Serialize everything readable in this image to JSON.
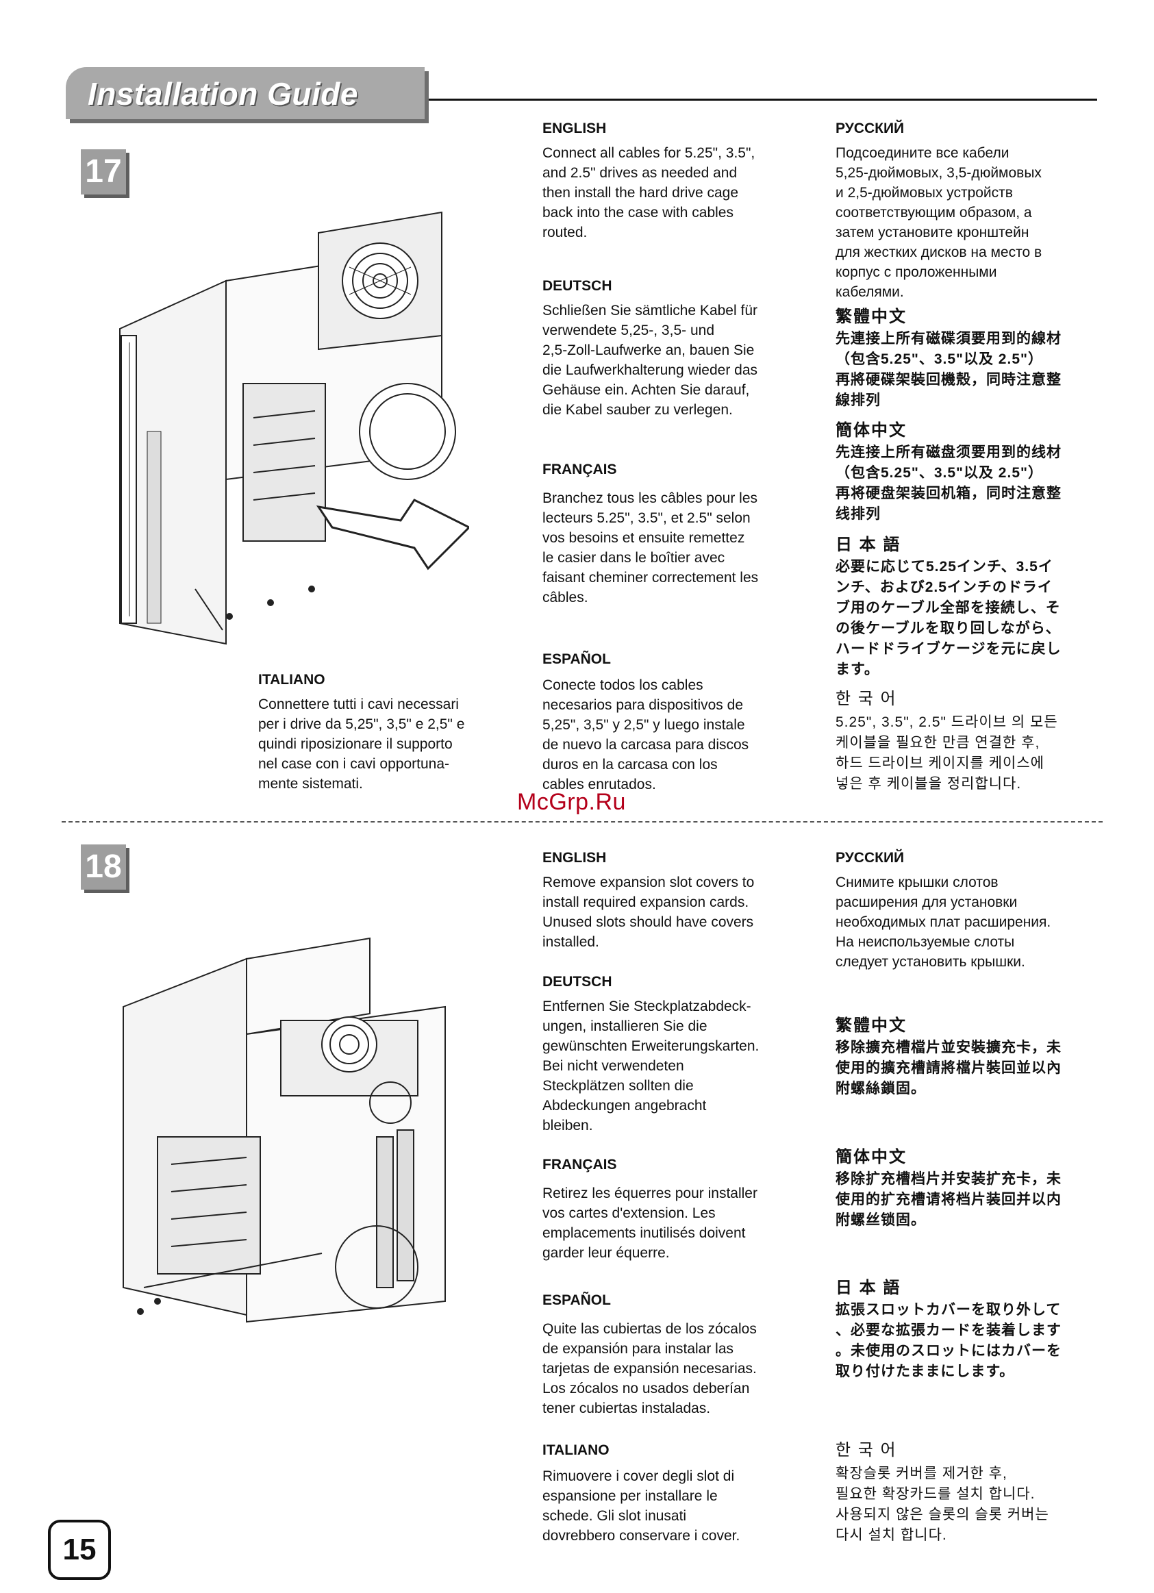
{
  "header": {
    "title": "Installation Guide"
  },
  "watermark": "McGrp.Ru",
  "page_number": "15",
  "steps": [
    {
      "number": "17",
      "blocks": {
        "english": {
          "heading": "ENGLISH",
          "lines": [
            "Connect all cables for 5.25\", 3.5\",",
            "and 2.5\" drives as needed and",
            "then install the hard drive cage",
            "back into the case with cables",
            "routed."
          ]
        },
        "deutsch": {
          "heading": "DEUTSCH",
          "lines": [
            "Schließen Sie sämtliche Kabel für",
            "verwendete 5,25-, 3,5- und",
            "2,5-Zoll-Laufwerke an, bauen Sie",
            "die Laufwerkhalterung wieder das",
            "Gehäuse ein. Achten Sie darauf,",
            "die Kabel sauber zu verlegen."
          ]
        },
        "francais": {
          "heading": "FRANÇAIS",
          "lines": [
            "Branchez tous les câbles pour les",
            "lecteurs 5.25\", 3.5\", et 2.5\" selon",
            "vos besoins et ensuite remettez",
            "le casier dans le boîtier avec",
            "faisant cheminer correctement les",
            "câbles."
          ]
        },
        "espanol": {
          "heading": "ESPAÑOL",
          "lines": [
            "Conecte todos los cables",
            "necesarios para dispositivos de",
            "5,25\", 3,5\" y 2,5\" y luego instale",
            "de nuevo la carcasa para discos",
            "duros en la carcasa con los",
            "cables enrutados."
          ]
        },
        "italiano": {
          "heading": "ITALIANO",
          "lines": [
            "Connettere tutti i cavi necessari",
            "per i drive da 5,25\", 3,5\" e 2,5\" e",
            "quindi riposizionare il supporto",
            "nel case con i cavi opportuna-",
            "mente sistemati."
          ]
        },
        "russian": {
          "heading": "РУССКИЙ",
          "lines": [
            "Подсоедините все кабели",
            "5,25-дюймовых, 3,5-дюймовых",
            "и 2,5-дюймовых устройств",
            "соответствующим образом, а",
            "затем установите кронштейн",
            "для жестких дисков на место в",
            "корпус с проложенными",
            "кабелями."
          ]
        },
        "trad_chinese": {
          "heading": "繁體中文",
          "lines": [
            "先連接上所有磁碟須要用到的線材",
            "（包含5.25\"、3.5\"以及 2.5\"）",
            "再將硬碟架裝回機殼，同時注意整",
            "線排列"
          ]
        },
        "simp_chinese": {
          "heading": "簡体中文",
          "lines": [
            "先连接上所有磁盘须要用到的线材",
            "（包含5.25\"、3.5\"以及 2.5\"）",
            "再将硬盘架装回机箱，同时注意整",
            "线排列"
          ]
        },
        "japanese": {
          "heading": "日 本 語",
          "lines": [
            "必要に応じて5.25インチ、3.5イ",
            "ンチ、および2.5インチのドライ",
            "ブ用のケーブル全部を接続し、そ",
            "の後ケーブルを取り回しながら、",
            "ハードドライブケージを元に戻し",
            "ます。"
          ]
        },
        "korean": {
          "heading": "한 국 어",
          "lines": [
            "5.25\", 3.5\", 2.5\" 드라이브 의 모든",
            "케이블을 필요한 만큼 연결한 후,",
            "하드 드라이브 케이지를 케이스에",
            "넣은 후 케이블을 정리합니다."
          ]
        }
      }
    },
    {
      "number": "18",
      "blocks": {
        "english": {
          "heading": "ENGLISH",
          "lines": [
            "Remove expansion slot covers to",
            "install required expansion cards.",
            "Unused slots should have covers",
            "installed."
          ]
        },
        "deutsch": {
          "heading": "DEUTSCH",
          "lines": [
            "Entfernen Sie Steckplatzabdeck-",
            "ungen, installieren Sie die",
            "gewünschten Erweiterungskarten.",
            "Bei nicht verwendeten",
            "Steckplätzen sollten die",
            "Abdeckungen angebracht",
            "bleiben."
          ]
        },
        "francais": {
          "heading": "FRANÇAIS",
          "lines": [
            "Retirez les équerres pour installer",
            "vos cartes d'extension. Les",
            "emplacements inutilisés doivent",
            "garder leur équerre."
          ]
        },
        "espanol": {
          "heading": "ESPAÑOL",
          "lines": [
            "Quite las cubiertas de los zócalos",
            "de expansión para instalar las",
            "tarjetas de expansión necesarias.",
            "Los zócalos no usados deberían",
            "tener cubiertas instaladas."
          ]
        },
        "italiano": {
          "heading": "ITALIANO",
          "lines": [
            "Rimuovere i cover degli slot di",
            "espansione per installare le",
            "schede. Gli slot inusati",
            "dovrebbero conservare i cover."
          ]
        },
        "russian": {
          "heading": "РУССКИЙ",
          "lines": [
            "Снимите крышки слотов",
            "расширения для установки",
            "необходимых плат расширения.",
            "На неиспользуемые слоты",
            "следует установить крышки."
          ]
        },
        "trad_chinese": {
          "heading": "繁體中文",
          "lines": [
            "移除擴充槽檔片並安裝擴充卡，未",
            "使用的擴充槽請將檔片裝回並以內",
            "附螺絲鎖固。"
          ]
        },
        "simp_chinese": {
          "heading": "簡体中文",
          "lines": [
            "移除扩充槽档片并安装扩充卡，未",
            "使用的扩充槽请将档片装回并以内",
            "附螺丝锁固。"
          ]
        },
        "japanese": {
          "heading": "日 本 語",
          "lines": [
            "拡張スロットカバーを取り外して",
            "、必要な拡張カードを装着します",
            "。未使用のスロットにはカバーを",
            "取り付けたままにします。"
          ]
        },
        "korean": {
          "heading": "한 국 어",
          "lines": [
            "확장슬롯 커버를 제거한 후,",
            "필요한 확장카드를 설치 합니다.",
            "사용되지 않은 슬롯의 슬롯 커버는",
            "다시 설치 합니다."
          ]
        }
      }
    }
  ]
}
